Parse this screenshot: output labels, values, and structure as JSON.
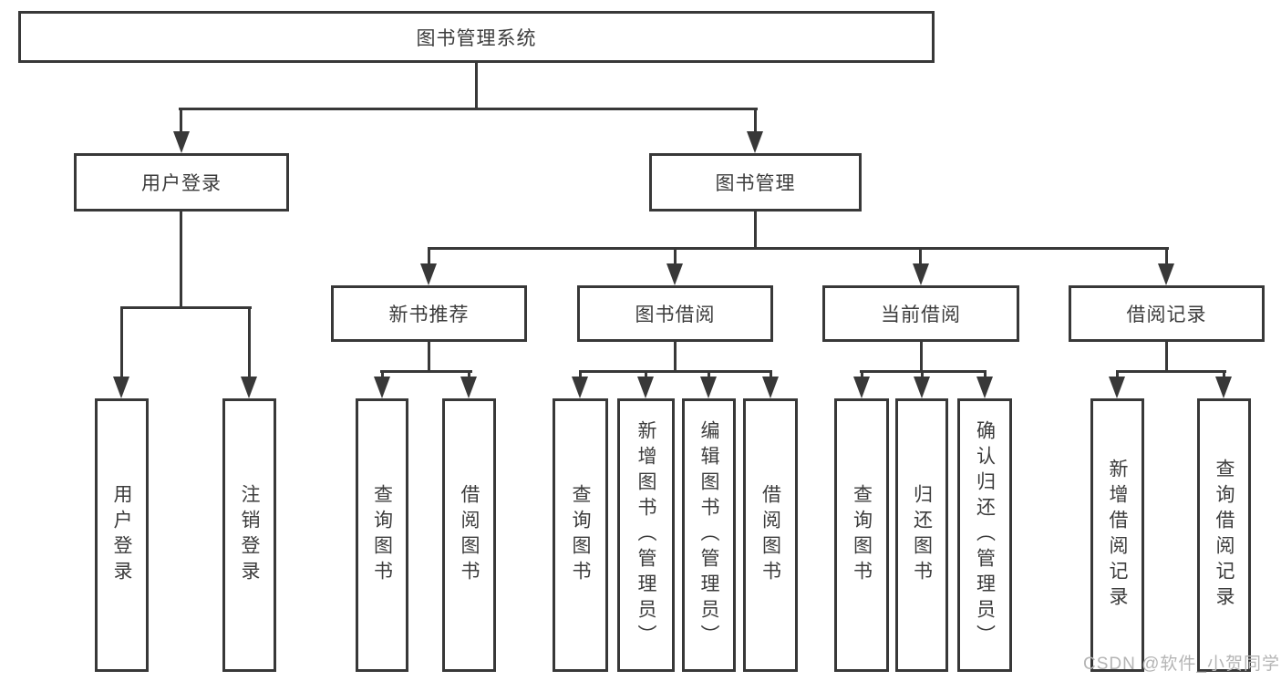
{
  "diagram": {
    "root": {
      "label": "图书管理系统"
    },
    "level2": [
      {
        "label": "用户登录",
        "children": [
          {
            "label": "用户登录"
          },
          {
            "label": "注销登录"
          }
        ]
      },
      {
        "label": "图书管理",
        "children": [
          {
            "label": "新书推荐",
            "children": [
              {
                "label": "查询图书"
              },
              {
                "label": "借阅图书"
              }
            ]
          },
          {
            "label": "图书借阅",
            "children": [
              {
                "label": "查询图书"
              },
              {
                "label": "新增图书（管理员）"
              },
              {
                "label": "编辑图书（管理员）"
              },
              {
                "label": "借阅图书"
              }
            ]
          },
          {
            "label": "当前借阅",
            "children": [
              {
                "label": "查询图书"
              },
              {
                "label": "归还图书"
              },
              {
                "label": "确认归还（管理员）"
              }
            ]
          },
          {
            "label": "借阅记录",
            "children": [
              {
                "label": "新增借阅记录"
              },
              {
                "label": "查询借阅记录"
              }
            ]
          }
        ]
      }
    ]
  },
  "watermark": {
    "text": "CSDN @软件_小贺同学",
    "color": "#b5b5b5"
  },
  "colors": {
    "line": "#383838",
    "text": "#3c3c3c",
    "background": "#ffffff"
  }
}
